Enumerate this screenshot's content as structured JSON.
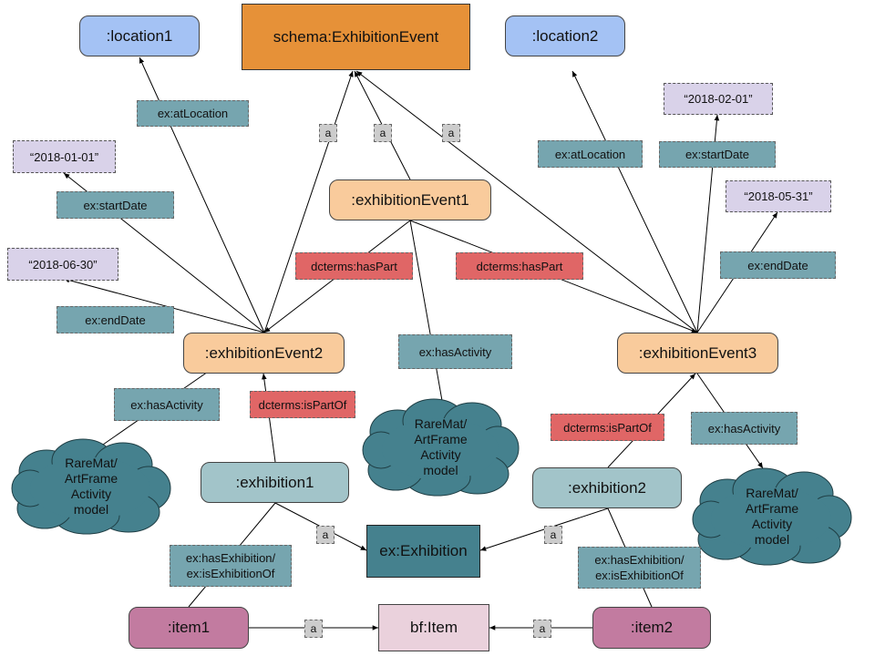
{
  "nodes": {
    "location1": ":location1",
    "schema_exhibition_event": "schema:ExhibitionEvent",
    "location2": ":location2",
    "date_2018_02_01": "“2018-02-01”",
    "date_2018_01_01": "“2018-01-01”",
    "date_2018_05_31": "“2018-05-31”",
    "date_2018_06_30": "“2018-06-30”",
    "exhibition_event1": ":exhibitionEvent1",
    "exhibition_event2": ":exhibitionEvent2",
    "exhibition_event3": ":exhibitionEvent3",
    "exhibition1": ":exhibition1",
    "exhibition2": ":exhibition2",
    "ex_exhibition": "ex:Exhibition",
    "item1": ":item1",
    "item2": ":item2",
    "bf_item": "bf:Item",
    "activity_model_left": "RareMat/\nArtFrame\nActivity\nmodel",
    "activity_model_center": "RareMat/\nArtFrame\nActivity\nmodel",
    "activity_model_right": "RareMat/\nArtFrame\nActivity\nmodel"
  },
  "edge_labels": {
    "at_location_left": "ex:atLocation",
    "at_location_right": "ex:atLocation",
    "type_a_event2": "a",
    "type_a_event1": "a",
    "type_a_event3": "a",
    "start_date_right": "ex:startDate",
    "start_date_left": "ex:startDate",
    "end_date_right": "ex:endDate",
    "end_date_left": "ex:endDate",
    "has_part_left": "dcterms:hasPart",
    "has_part_right": "dcterms:hasPart",
    "has_activity_center": "ex:hasActivity",
    "has_activity_left": "ex:hasActivity",
    "has_activity_right": "ex:hasActivity",
    "is_part_of_left": "dcterms:isPartOf",
    "is_part_of_right": "dcterms:isPartOf",
    "type_a_exhibition1": "a",
    "type_a_exhibition2": "a",
    "has_exhibition_left_1": "ex:hasExhibition/",
    "has_exhibition_left_2": "ex:isExhibitionOf",
    "has_exhibition_right_1": "ex:hasExhibition/",
    "has_exhibition_right_2": "ex:isExhibitionOf",
    "type_a_item1": "a",
    "type_a_item2": "a"
  },
  "colors": {
    "location": "#a4c2f4",
    "schema_class": "#e69138",
    "event": "#f9cb9c",
    "exhibition": "#a2c4c9",
    "exhibition_class": "#45818e",
    "item": "#c27ba0",
    "bf_item": "#ead1dc",
    "date_literal": "#d9d2e9",
    "property_label": "#76a5af",
    "part_label": "#e06666",
    "type_label": "#cccccc",
    "cloud": "#45818e"
  }
}
